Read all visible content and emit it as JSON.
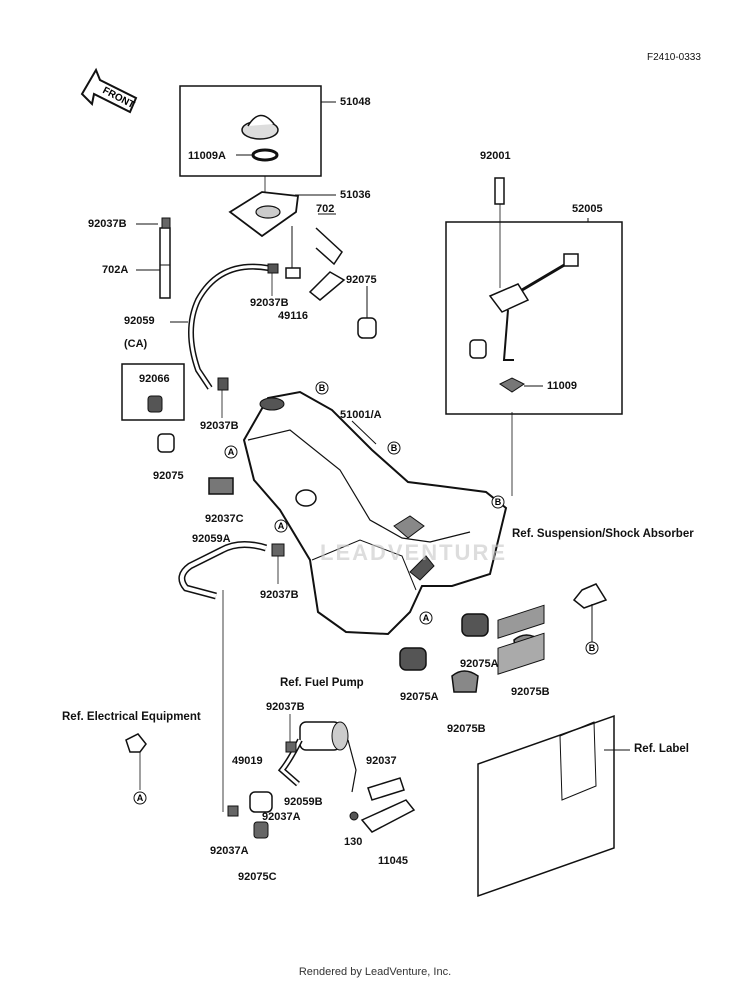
{
  "diagram_code": "F2410-0333",
  "front_arrow": "FRONT",
  "labels": {
    "p51048": "51048",
    "p11009A": "11009A",
    "p51036": "51036",
    "p702": "702",
    "p92037B_a": "92037B",
    "p702A": "702A",
    "p92075_a": "92075",
    "p92037B_b": "92037B",
    "p49116": "49116",
    "p92059": "92059",
    "ca": "(CA)",
    "p92066": "92066",
    "p92037B_c": "92037B",
    "p51001A": "51001/A",
    "p92075_b": "92075",
    "p92037C": "92037C",
    "p92059A": "92059A",
    "p92037B_d": "92037B",
    "p92001": "92001",
    "p52005": "52005",
    "p11009": "11009",
    "ref_suspension": "Ref. Suspension/Shock Absorber",
    "p92075A_a": "92075A",
    "p92075A_b": "92075A",
    "p92075B_a": "92075B",
    "p92075B_b": "92075B",
    "ref_fuel_pump": "Ref. Fuel Pump",
    "p92037B_e": "92037B",
    "ref_electrical": "Ref. Electrical Equipment",
    "p49019": "49019",
    "p92059B": "92059B",
    "p92037A_a": "92037A",
    "p92037": "92037",
    "p92037A_b": "92037A",
    "p130": "130",
    "p11045": "11045",
    "p92075C": "92075C",
    "ref_label": "Ref. Label"
  },
  "markers": {
    "A": "A",
    "B": "B"
  },
  "watermark": "LEADVENTURE",
  "footer": "Rendered by LeadVenture, Inc."
}
